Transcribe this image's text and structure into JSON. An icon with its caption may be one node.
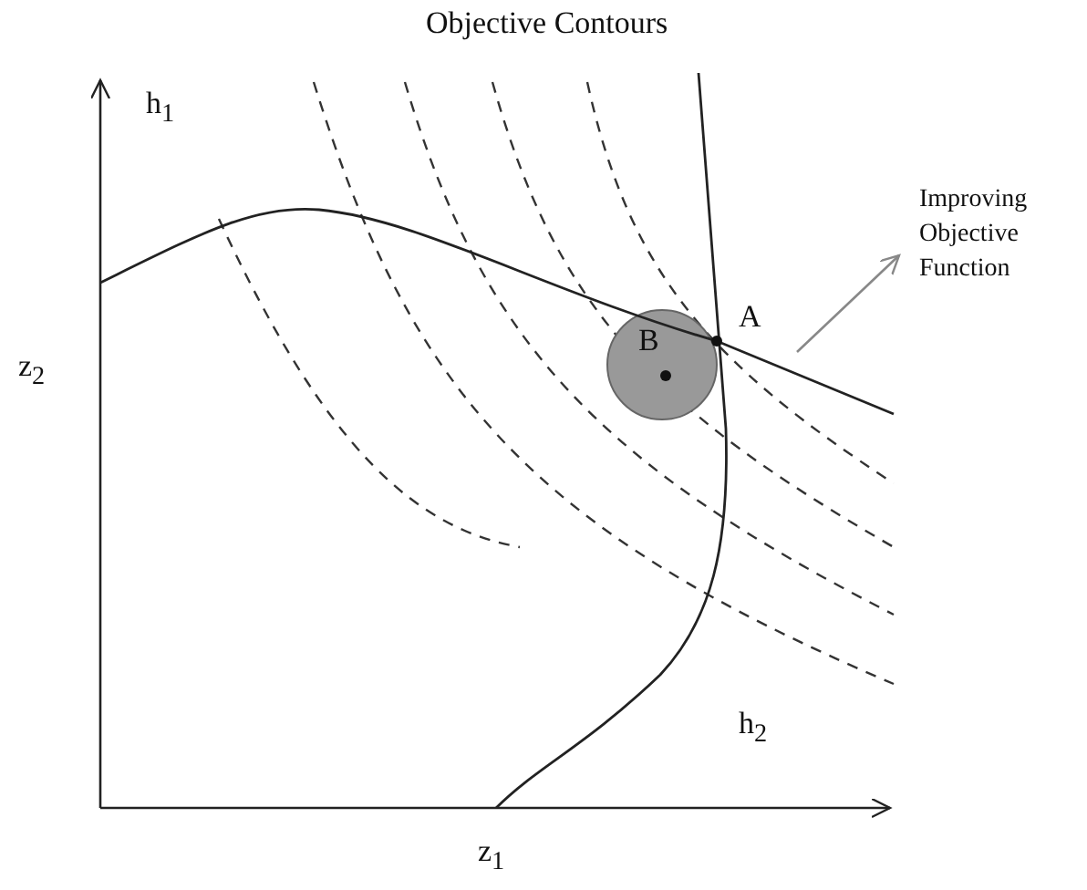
{
  "diagram": {
    "labels": [
      "Objective Contours",
      "h$_{1}$",
      "z$_{2}$",
      "B",
      "A",
      "Improving Objective Function",
      "h$_{2}$",
      "z$_{1}$"
    ]
  }
}
